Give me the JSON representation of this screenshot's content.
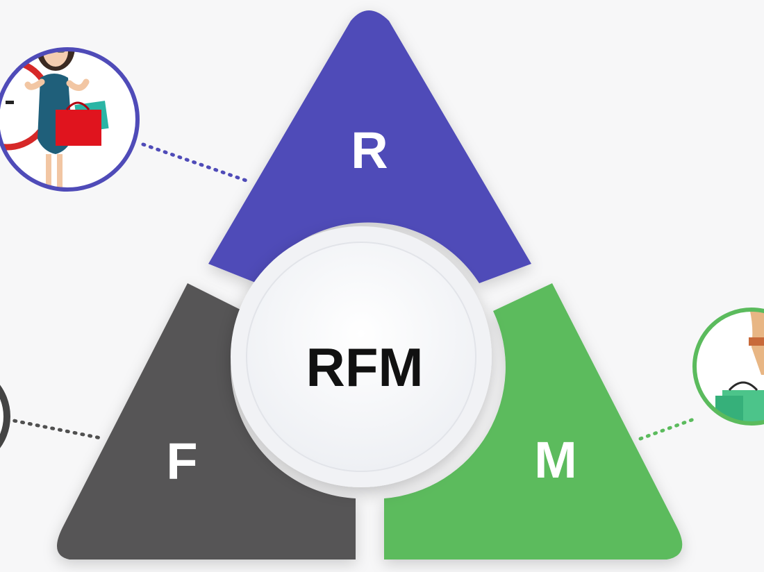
{
  "diagram": {
    "center_label": "RFM",
    "segments": [
      {
        "key": "recency",
        "letter": "R",
        "color": "#4f4bb8"
      },
      {
        "key": "frequency",
        "letter": "F",
        "color": "#565556"
      },
      {
        "key": "monetary",
        "letter": "M",
        "color": "#5bbb5d"
      }
    ],
    "hub_color": "#ffffff",
    "connector_colors": {
      "recency": "#4f4bb8",
      "frequency": "#505050",
      "monetary": "#5bbb5d"
    },
    "illustration_circles": [
      {
        "key": "recency-illustration",
        "border_color": "#4f4bb8",
        "icon": "shopper-woman-with-clock-icon"
      },
      {
        "key": "frequency-illustration",
        "border_color": "#444444",
        "icon": "partial-circle-icon"
      },
      {
        "key": "monetary-illustration",
        "border_color": "#5bbb5d",
        "icon": "shopping-bags-icon"
      }
    ]
  }
}
